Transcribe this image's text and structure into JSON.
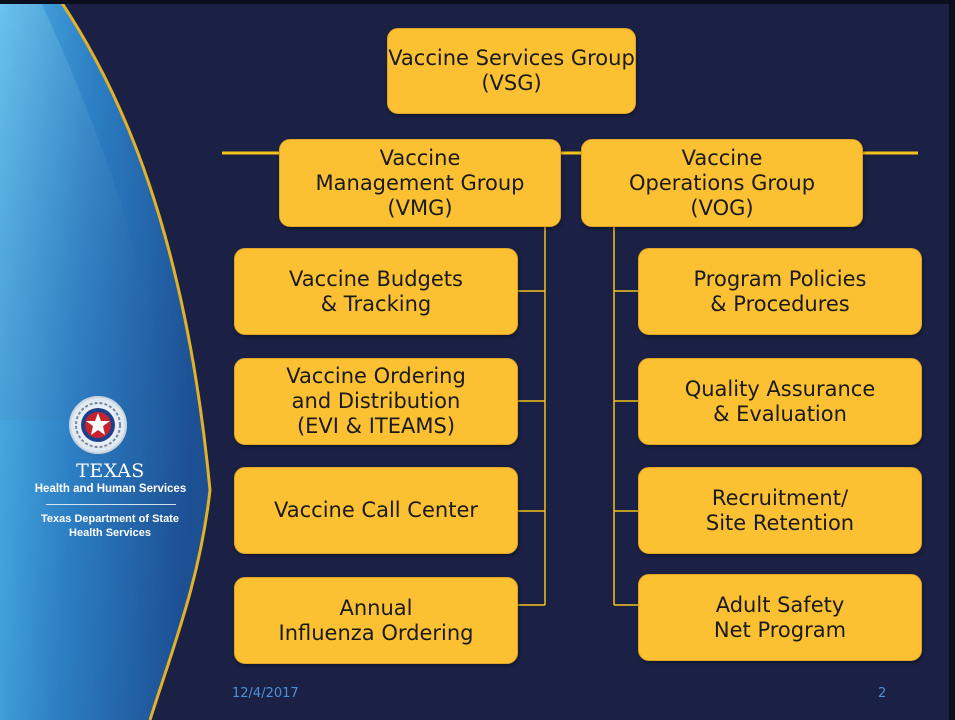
{
  "org_chart": {
    "top": "Vaccine Services Group\n(VSG)",
    "groups": [
      {
        "title": "Vaccine\nManagement Group\n(VMG)",
        "units": [
          "Vaccine Budgets\n& Tracking",
          "Vaccine Ordering\nand Distribution\n(EVI & ITEAMS)",
          "Vaccine Call Center",
          "Annual\nInfluenza Ordering"
        ]
      },
      {
        "title": "Vaccine\nOperations Group\n(VOG)",
        "units": [
          "Program Policies\n& Procedures",
          "Quality Assurance\n& Evaluation",
          "Recruitment/\nSite Retention",
          "Adult Safety\nNet Program"
        ]
      }
    ]
  },
  "logo": {
    "wordmark": "TEXAS",
    "agency": "Health and Human Services",
    "department": "Texas Department of State\nHealth Services"
  },
  "footer": {
    "date": "12/4/2017",
    "page_number": "2"
  },
  "colors": {
    "background": "#1b2145",
    "box_fill": "#fcc133",
    "connector": "#f5c21b",
    "footer_text": "#4a90d9"
  }
}
